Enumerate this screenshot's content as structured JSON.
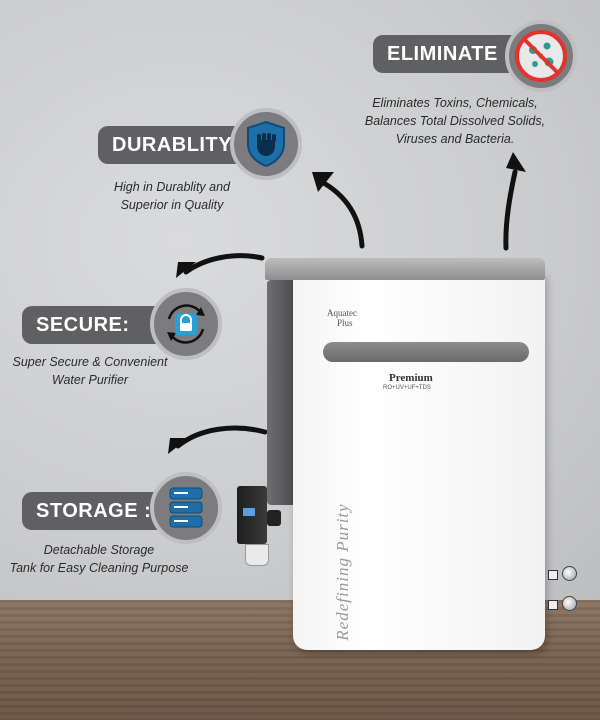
{
  "features": {
    "eliminate": {
      "title": "ELIMINATE :",
      "description_lines": [
        "Eliminates Toxins, Chemicals,",
        "Balances Total Dissolved Solids,",
        "Viruses and Bacteria."
      ],
      "icon": "no-germs-icon"
    },
    "durability": {
      "title": "DURABLITY :",
      "description_lines": [
        "High in Durablity and",
        "Superior in Quality"
      ],
      "icon": "fist-shield-icon"
    },
    "secure": {
      "title": "SECURE:",
      "description_lines": [
        "Super Secure & Convenient",
        "Water Purifier"
      ],
      "icon": "lock-refresh-icon"
    },
    "storage": {
      "title": "STORAGE :",
      "description_lines": [
        "Detachable Storage",
        "Tank for Easy Cleaning Purpose"
      ],
      "icon": "database-icon"
    }
  },
  "product": {
    "brand_line1": "Aquatec",
    "brand_line2": "Plus",
    "model": "Premium",
    "model_sub": "RO+UV+UF+TDS",
    "tagline": "Redefining Purity"
  },
  "colors": {
    "pill": "#606062",
    "icon_circle": "#7c7c7e",
    "accent_blue": "#1e6fa8"
  }
}
